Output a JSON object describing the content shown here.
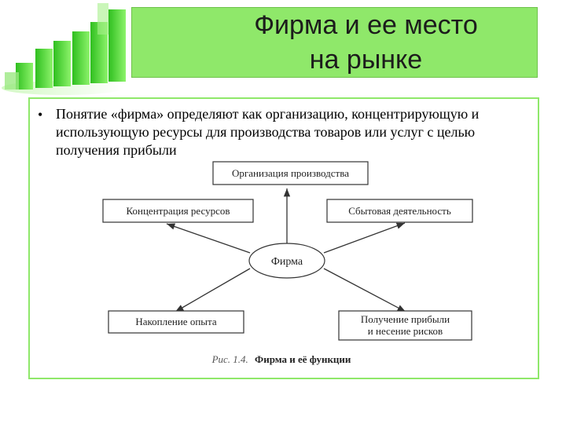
{
  "slide": {
    "title": "Фирма и ее место на рынке",
    "bullet_symbol": "•",
    "bullet_text": "Понятие «фирма» определяют как организацию, концентрирующую и использующую ресурсы для производства товаров или услуг с целью получения прибыли"
  },
  "diagram": {
    "center": "Фирма",
    "top": "Организация производства",
    "left": "Концентрация ресурсов",
    "right": "Сбытовая деятельность",
    "bottom_left": "Накопление опыта",
    "bottom_right_line1": "Получение прибыли",
    "bottom_right_line2": "и несение рисков",
    "caption_prefix": "Рис. 1.4.",
    "caption_title": "Фирма и её функции"
  },
  "colors": {
    "accent_green": "#8fe86a",
    "logo_green": "#3fd12b"
  }
}
